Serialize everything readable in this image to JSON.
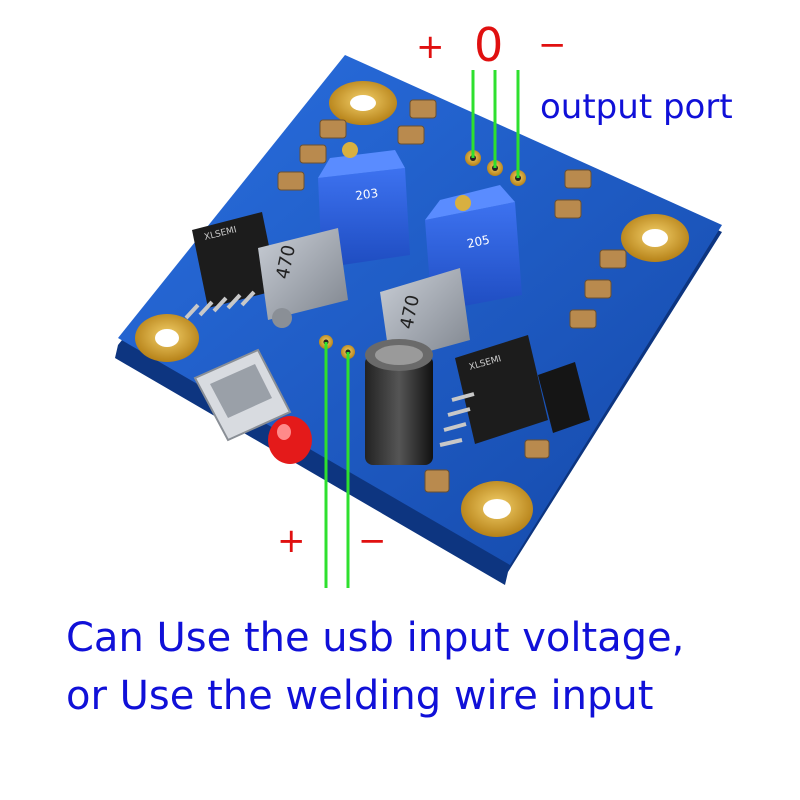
{
  "output_labels": {
    "plus": "+",
    "zero": "0",
    "minus": "−",
    "caption": "output port"
  },
  "input_labels": {
    "plus": "+",
    "minus": "−"
  },
  "caption": {
    "line1": "Can Use the usb input voltage,",
    "line2": "or Use the welding wire input"
  },
  "board_markings": {
    "pot_left": "203",
    "pot_right": "205",
    "inductor_left": "470",
    "inductor_right": "470",
    "chip_left": "XLSEMI",
    "chip_right": "XLSEMI"
  },
  "colors": {
    "pcb": "#1b5fc8",
    "pad_gold": "#d4a020",
    "pot_blue": "#2a5fd8",
    "inductor": "#9aa0a8",
    "wire_green": "#2ee02e",
    "sign_red": "#e01010",
    "text_blue": "#1010d8"
  }
}
